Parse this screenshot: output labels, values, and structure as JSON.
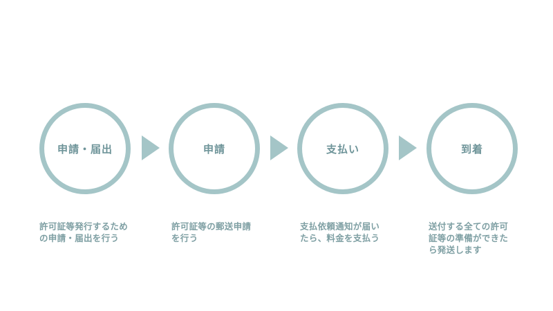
{
  "colors": {
    "circle_stroke": "#A4C5C7",
    "arrow_fill": "#A4C5C7",
    "label_text": "#6E9499",
    "description_text": "#7E9FA3",
    "background": "#FFFFFF"
  },
  "flow": {
    "steps": [
      {
        "label": "申請・届出",
        "description_lines": [
          "許可証等発行するため",
          "の申請・届出を行う"
        ]
      },
      {
        "label": "申請",
        "description_lines": [
          "許可証等の郵送申請",
          "を行う"
        ]
      },
      {
        "label": "支払い",
        "description_lines": [
          "支払依頼通知が届い",
          "たら、料金を支払う"
        ]
      },
      {
        "label": "到着",
        "description_lines": [
          "送付する全ての許可",
          "証等の準備ができた",
          "ら発送します"
        ]
      }
    ],
    "connector_icon": "triangle-right-arrow"
  }
}
